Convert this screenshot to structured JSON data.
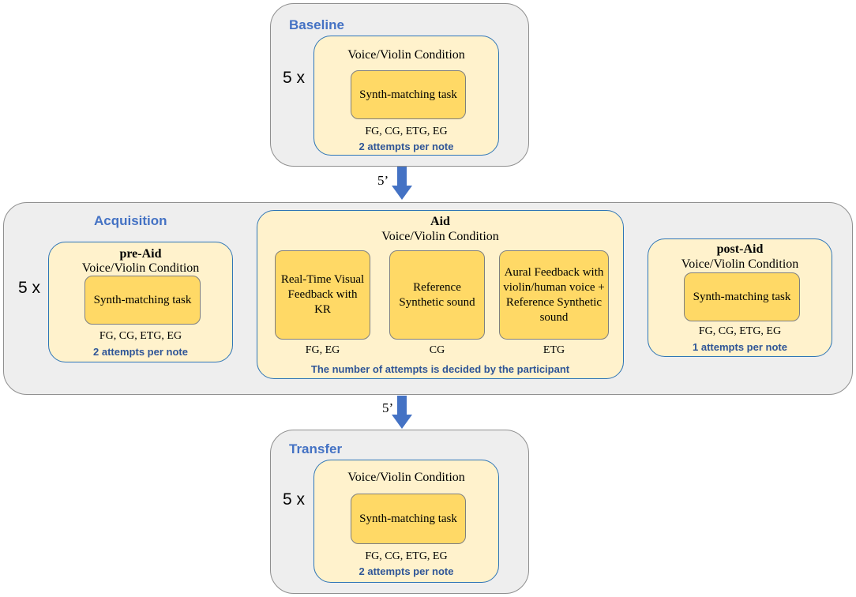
{
  "baseline": {
    "title": "Baseline",
    "reps": "5 x",
    "condition": "Voice/Violin Condition",
    "task": "Synth-matching task",
    "groups": "FG, CG, ETG, EG",
    "attempts": "2 attempts per note"
  },
  "interval_top": "5’",
  "acquisition": {
    "title": "Acquisition",
    "reps": "5 x",
    "pre_aid": {
      "title": "pre-Aid",
      "condition": "Voice/Violin Condition",
      "task": "Synth-matching task",
      "groups": "FG, CG, ETG, EG",
      "attempts": "2 attempts per note"
    },
    "aid": {
      "title": "Aid",
      "condition": "Voice/Violin Condition",
      "boxes": [
        {
          "text": "Real-Time Visual Feedback with KR",
          "group": "FG, EG"
        },
        {
          "text": "Reference Synthetic sound",
          "group": "CG"
        },
        {
          "text": "Aural Feedback with violin/human voice + Reference Synthetic sound",
          "group": "ETG"
        }
      ],
      "attempts": "The number of attempts is decided by the participant"
    },
    "post_aid": {
      "title": "post-Aid",
      "condition": "Voice/Violin Condition",
      "task": "Synth-matching task",
      "groups": "FG, CG, ETG, EG",
      "attempts": "1 attempts per note"
    }
  },
  "interval_bottom": "5’",
  "transfer": {
    "title": "Transfer",
    "reps": "5 x",
    "condition": "Voice/Violin Condition",
    "task": "Synth-matching task",
    "groups": "FG, CG, ETG, EG",
    "attempts": "2 attempts per note"
  },
  "colors": {
    "phase_bg": "#eeeeee",
    "condition_bg": "#fff2cc",
    "task_bg": "#ffd966",
    "accent_blue": "#4472c4",
    "attempts_blue": "#2f5597"
  }
}
